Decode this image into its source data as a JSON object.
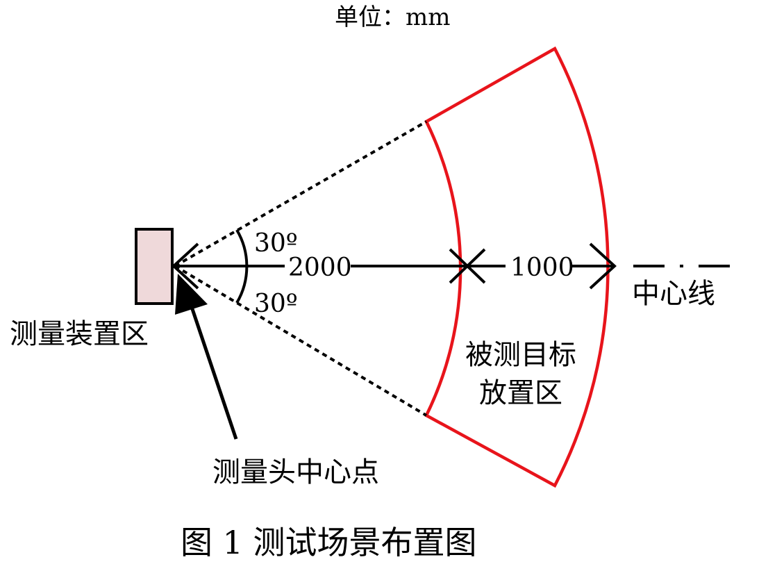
{
  "unit_label": "单位：mm",
  "angles": {
    "upper": "30º",
    "lower": "30º"
  },
  "distances": {
    "first": "2000",
    "second": "1000"
  },
  "labels": {
    "device_area": "测量装置区",
    "center_line": "中心线",
    "target_area_line1": "被测目标",
    "target_area_line2": "放置区",
    "head_center": "测量头中心点"
  },
  "caption": "图 1 测试场景布置图",
  "colors": {
    "target_zone": "#e8141b",
    "device_fill": "#efd9da",
    "ink": "#000000"
  }
}
